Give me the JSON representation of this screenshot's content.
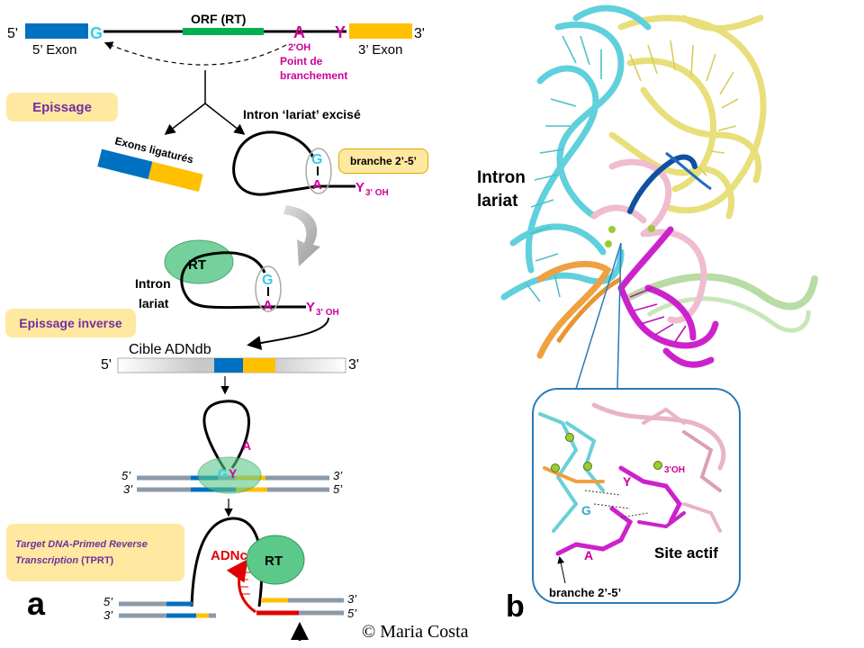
{
  "panel_a": {
    "letter": "a",
    "five_prime": "5'",
    "three_prime": "3'",
    "five_exon": "5’ Exon",
    "three_exon": "3’ Exon",
    "orf": "ORF (RT)",
    "g": "G",
    "a": "A",
    "y": "Y",
    "oh2": "2'OH",
    "branch_point": [
      "Point de",
      "branchement"
    ],
    "epissage": "Epissage",
    "intron_excise": "Intron ‘lariat’ excisé",
    "exons_ligatures": "Exons ligaturés",
    "branche": "branche 2’-5’",
    "y3oh_main": "Y",
    "y3oh_sub": "3' OH",
    "rt": "RT",
    "intron_lariat": [
      "Intron",
      "lariat"
    ],
    "epissage_inverse": "Epissage inverse",
    "cible": "Cible ADNdb",
    "five_p_sm": "5’",
    "three_p_sm": "3’",
    "tprt_line1": "Target DNA-Primed Reverse",
    "tprt_line2_italic": "Transcription",
    "tprt_line2_plain": " (TPRT)",
    "adnc": "ADNc"
  },
  "panel_b": {
    "letter": "b",
    "intron_lariat": [
      "Intron",
      "lariat"
    ],
    "site_actif": "Site actif",
    "g": "G",
    "a": "A",
    "y": "Y",
    "oh3": "3'OH",
    "branche": "branche 2’-5’"
  },
  "copyright": "© Maria Costa",
  "colors": {
    "blue_exon": "#0070c0",
    "yellow_exon": "#ffc000",
    "orf_green": "#00b050",
    "magenta": "#cc0099",
    "cyan_g": "#33ccee",
    "rt_green": "#5cc98a",
    "red_cdna": "#e00000",
    "label_box": "#ffe8a0",
    "purple_text": "#7030a0"
  }
}
